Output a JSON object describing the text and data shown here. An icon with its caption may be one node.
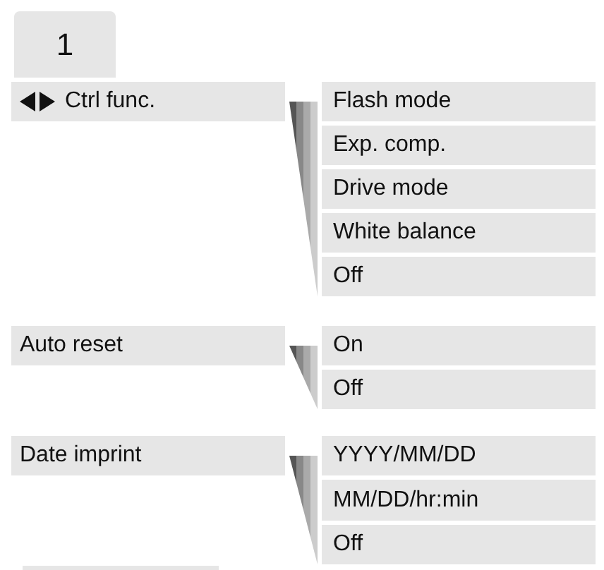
{
  "diagram": {
    "nodes": [
      {
        "text": [
          "1"
        ]
      },
      {
        "text": [
          "Ctrl func."
        ]
      },
      {
        "text": [
          "Flash mode"
        ]
      },
      {
        "text": [
          "Exp. comp."
        ]
      },
      {
        "text": [
          "Drive mode"
        ]
      },
      {
        "text": [
          "White balance"
        ]
      },
      {
        "text": [
          "Off"
        ]
      },
      {
        "text": [
          "Auto reset"
        ]
      },
      {
        "text": [
          "On"
        ]
      },
      {
        "text": [
          "Off"
        ]
      },
      {
        "text": [
          "Date imprint"
        ]
      },
      {
        "text": [
          "YYYY/MM/DD"
        ]
      },
      {
        "text": [
          "MM/DD/hr:min"
        ]
      },
      {
        "text": [
          "Off"
        ]
      },
      {
        "text": [],
        "shape": "triangle"
      },
      {
        "text": [],
        "shape": "triangle"
      },
      {
        "text": [],
        "shape": "triangle"
      }
    ]
  }
}
